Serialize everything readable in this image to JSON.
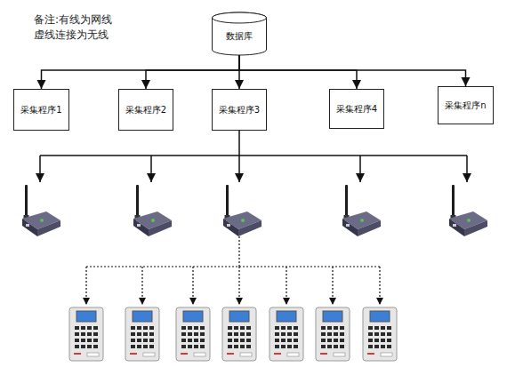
{
  "diagram": {
    "nodes": [
      {
        "text": [
          "数据库"
        ]
      },
      {
        "text": [
          "采集程序1"
        ]
      },
      {
        "text": [
          "采集程序2"
        ]
      },
      {
        "text": [
          "采集程序3"
        ]
      },
      {
        "text": [
          "采集程序4"
        ]
      },
      {
        "text": [
          "采集程序n"
        ]
      }
    ],
    "edges": [
      {
        "from": 0,
        "to": 1,
        "arrow": "to"
      },
      {
        "from": 0,
        "to": 2,
        "arrow": "to"
      },
      {
        "from": 0,
        "to": 3,
        "arrow": "to"
      },
      {
        "from": 0,
        "to": 4,
        "arrow": "to"
      },
      {
        "from": 0,
        "to": 5,
        "arrow": "to"
      }
    ],
    "labels": [
      "备注:有线为网线",
      "虚线连接为无线"
    ]
  }
}
